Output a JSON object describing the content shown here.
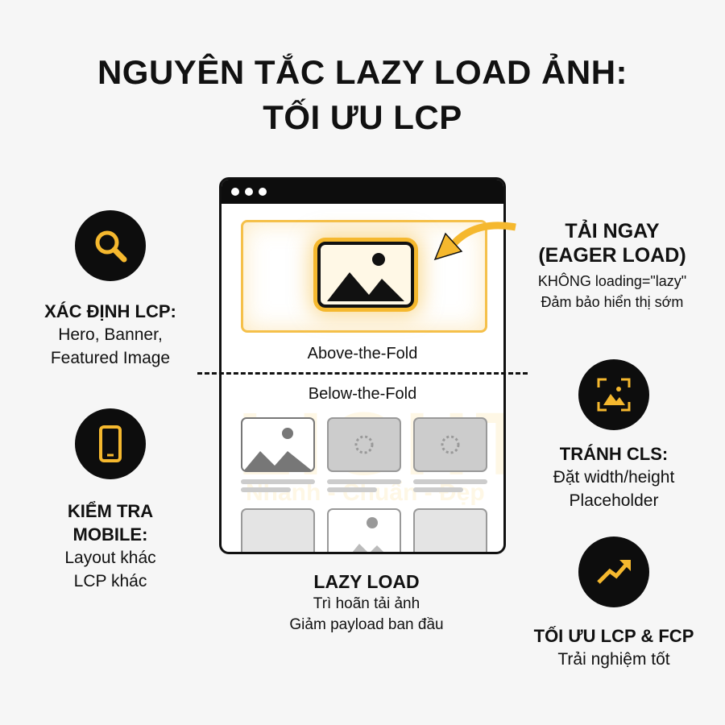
{
  "title": {
    "line1": "NGUYÊN TẮC LAZY LOAD ẢNH:",
    "line2": "TỐI ƯU LCP"
  },
  "browser": {
    "above_label": "Above-the-Fold",
    "below_label": "Below-the-Fold"
  },
  "watermark": {
    "brand": "LIGHT",
    "tagline": "Nhanh - Chuẩn - Đẹp"
  },
  "left": [
    {
      "icon": "magnifier-icon",
      "title": "XÁC ĐỊNH LCP:",
      "lines": [
        "Hero, Banner,",
        "Featured Image"
      ]
    },
    {
      "icon": "smartphone-icon",
      "title": "KIỂM TRA MOBILE:",
      "lines": [
        "Layout khác",
        "LCP khác"
      ]
    }
  ],
  "eager": {
    "title1": "TẢI NGAY",
    "title2": "(EAGER LOAD)",
    "lines": [
      "KHÔNG loading=\"lazy\"",
      "Đảm bảo hiển thị sớm"
    ]
  },
  "lazy": {
    "title": "LAZY LOAD",
    "lines": [
      "Trì hoãn tải ảnh",
      "Giảm payload ban đầu"
    ]
  },
  "right": [
    {
      "icon": "image-frame-icon",
      "title": "TRÁNH CLS:",
      "lines": [
        "Đặt width/height",
        "Placeholder"
      ]
    },
    {
      "icon": "trend-up-icon",
      "title": "TỐI ƯU LCP & FCP",
      "lines": [
        "Trải nghiệm tốt"
      ]
    }
  ],
  "colors": {
    "accent": "#f5b82e",
    "dark": "#0d0d0d"
  }
}
